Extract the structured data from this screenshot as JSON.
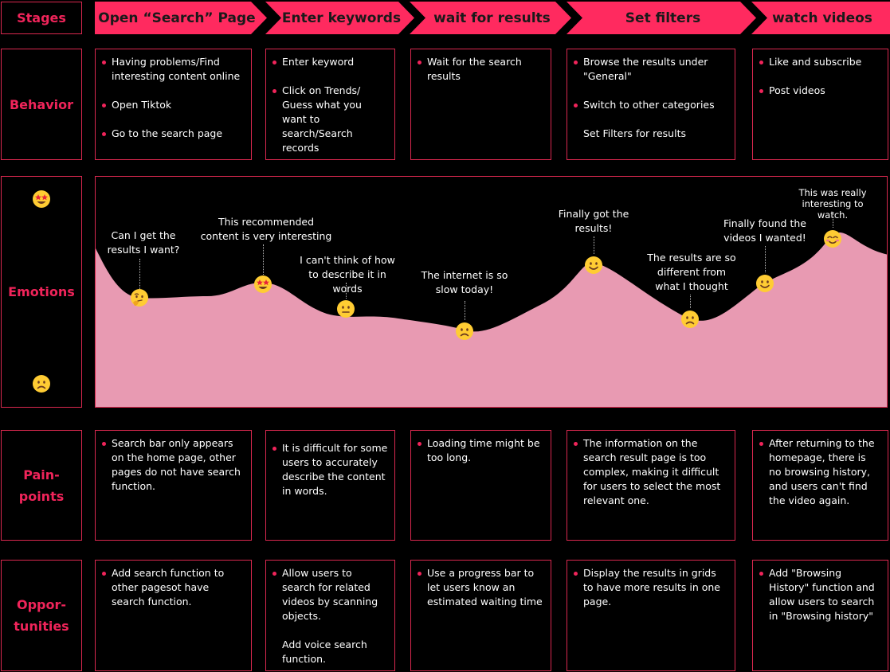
{
  "row_labels": {
    "stages": "Stages",
    "behavior": "Behavior",
    "emotions": "Emotions",
    "painpoints_1": "Pain-",
    "painpoints_2": "points",
    "opportunities_1": "Oppor-",
    "opportunities_2": "tunities"
  },
  "stages": [
    "Open “Search” Page",
    "Enter keywords",
    "wait for results",
    "Set filters",
    "watch videos"
  ],
  "behavior": [
    [
      {
        "text": "Having problems/Find interesting content online",
        "bullet": true
      },
      {
        "text": "Open Tiktok",
        "bullet": true
      },
      {
        "text": "Go to the search page",
        "bullet": true
      }
    ],
    [
      {
        "text": "Enter keyword",
        "bullet": true
      },
      {
        "text": "Click on Trends/ Guess what you want to search/Search records",
        "bullet": true
      }
    ],
    [
      {
        "text": "Wait for the search results",
        "bullet": true
      }
    ],
    [
      {
        "text": "Browse the results under \"General\"",
        "bullet": true
      },
      {
        "text": "Switch to other categories",
        "bullet": true
      },
      {
        "text": "Set Filters for results",
        "bullet": false
      }
    ],
    [
      {
        "text": "Like and subscribe",
        "bullet": true
      },
      {
        "text": "Post videos",
        "bullet": true
      }
    ]
  ],
  "emotions": {
    "scale_top_icon": "star-struck-icon",
    "scale_bottom_icon": "frowning-icon",
    "curve_color": "#e89ab2",
    "points": [
      {
        "label": "Can I get the results I want?",
        "icon": "thinking-face-icon"
      },
      {
        "label": "This recommended content is very interesting",
        "icon": "star-struck-icon"
      },
      {
        "label": "I can't think of how to describe it in words",
        "icon": "neutral-face-icon"
      },
      {
        "label": "The internet is so slow today!",
        "icon": "frowning-icon"
      },
      {
        "label": "Finally got the results!",
        "icon": "smiling-face-icon"
      },
      {
        "label": "The results are so different from what I thought",
        "icon": "frowning-icon"
      },
      {
        "label": "Finally found the videos I wanted!",
        "icon": "smiling-face-icon"
      },
      {
        "label": "This was really interesting to watch.",
        "icon": "blushing-face-icon"
      }
    ]
  },
  "painpoints": [
    "Search bar only appears on the home page, other pages do not have search function.",
    "It is difficult for some users to accurately describe the content in words.",
    "Loading time might be too long.",
    "The information on the search result page is too complex, making it difficult for users to select the most relevant one.",
    "After returning to the homepage, there is no browsing history, and users can't find the video again."
  ],
  "opportunities": [
    [
      "Add search function to other pagesot have search function."
    ],
    [
      "Allow users to search for related videos by scanning objects.",
      "Add voice search function."
    ],
    [
      "Use a progress bar to let users know an estimated waiting time"
    ],
    [
      "Display the results in grids to have more results in one page."
    ],
    [
      "Add \"Browsing History\" function and allow users to search in \"Browsing history\""
    ]
  ],
  "colors": {
    "accent": "#ff2a5f",
    "border": "#d9284f",
    "label": "#f0245a",
    "background": "#000000"
  }
}
